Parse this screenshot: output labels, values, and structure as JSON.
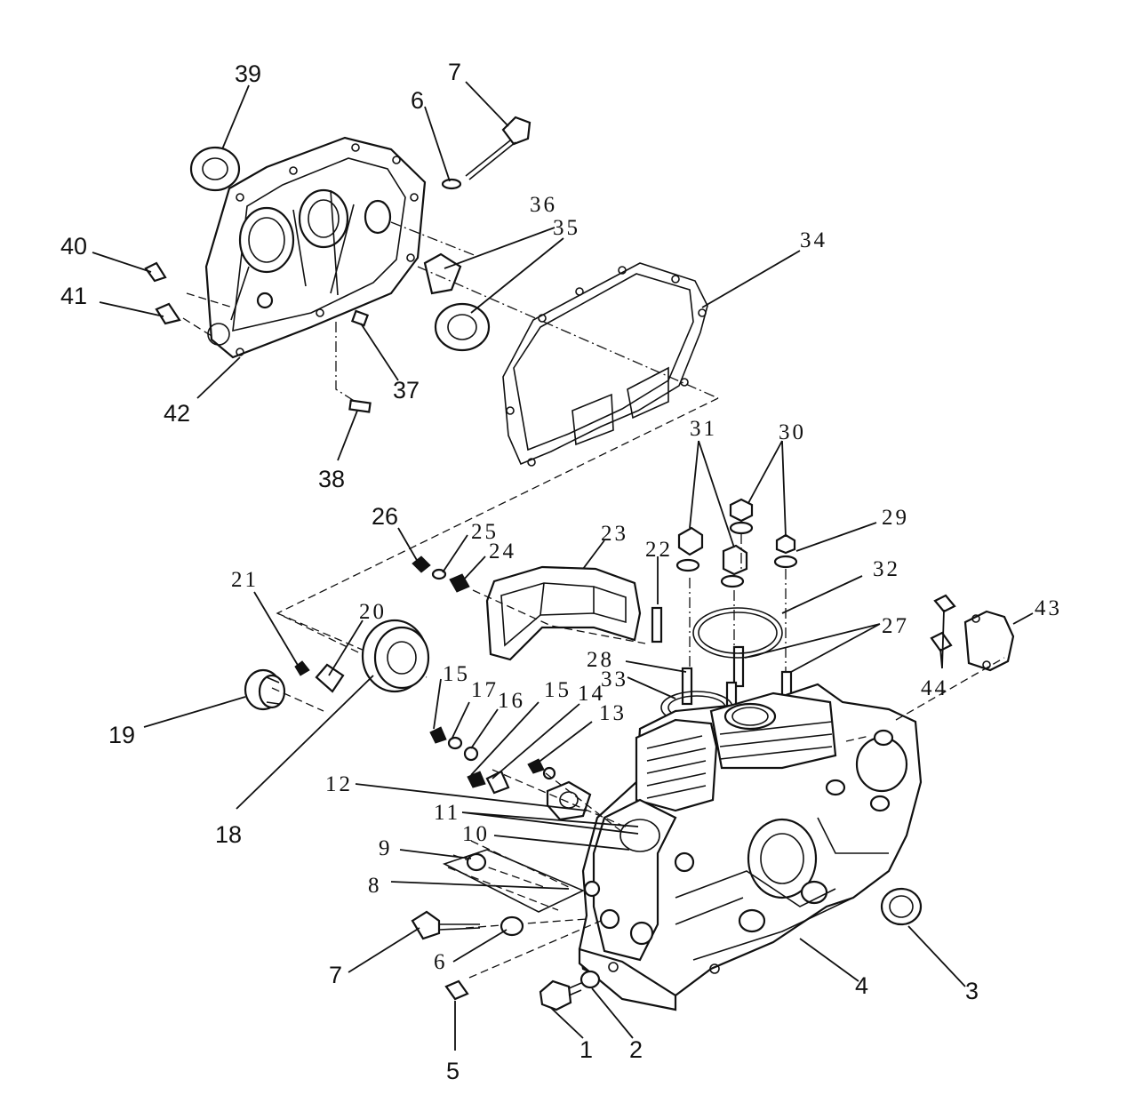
{
  "labels": {
    "l1": "1",
    "l2": "2",
    "l3": "3",
    "l4": "4",
    "l5": "5",
    "l6a": "6",
    "l6b": "6",
    "l7a": "7",
    "l7b": "7",
    "l8": "8",
    "l9": "9",
    "l10": "10",
    "l11": "11",
    "l12": "12",
    "l13": "13",
    "l14": "14",
    "l15a": "15",
    "l15b": "15",
    "l16": "16",
    "l17": "17",
    "l18": "18",
    "l19": "19",
    "l20": "20",
    "l21": "21",
    "l22": "22",
    "l23": "23",
    "l24": "24",
    "l25": "25",
    "l26": "26",
    "l27": "27",
    "l28": "28",
    "l29": "29",
    "l30": "30",
    "l31": "31",
    "l32": "32",
    "l33": "33",
    "l34": "34",
    "l35": "35",
    "l36": "36",
    "l37": "37",
    "l38": "38",
    "l39": "39",
    "l40": "40",
    "l41": "41",
    "l42": "42",
    "l43": "43",
    "l44": "44"
  }
}
